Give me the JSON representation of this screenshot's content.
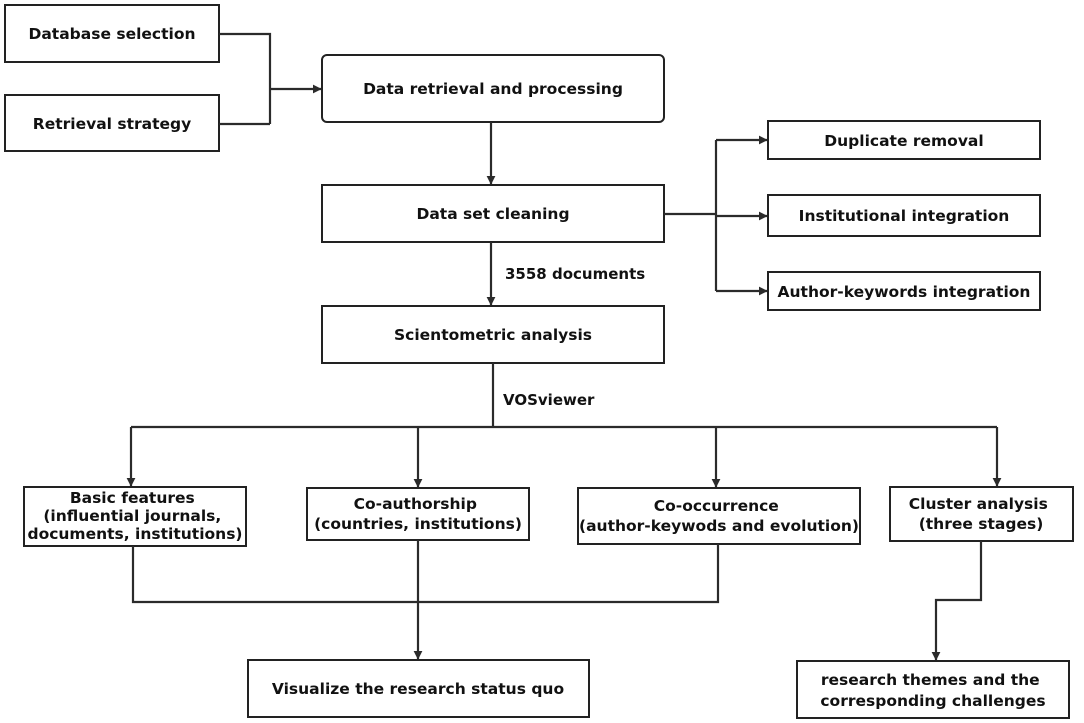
{
  "diagram": {
    "boxes": {
      "database_selection": [
        "Database selection"
      ],
      "retrieval_strategy": [
        "Retrieval strategy"
      ],
      "data_retrieval": [
        "Data retrieval and processing"
      ],
      "data_set_cleaning": [
        "Data set cleaning"
      ],
      "duplicate_removal": [
        "Duplicate removal"
      ],
      "institutional_integration": [
        "Institutional integration"
      ],
      "author_keywords_integration": [
        "Author-keywords integration"
      ],
      "scientometric_analysis": [
        "Scientometric analysis"
      ],
      "basic_features": [
        "Basic features",
        "(influential journals,",
        "documents, institutions)"
      ],
      "co_authorship": [
        "Co-authorship",
        "(countries, institutions)"
      ],
      "co_occurrence": [
        "Co-occurrence",
        "(author-keywods and evolution)"
      ],
      "cluster_analysis": [
        "Cluster analysis",
        "(three stages)"
      ],
      "visualize_status": [
        "Visualize the research status quo"
      ],
      "research_themes": [
        "research themes and the",
        "corresponding challenges"
      ]
    },
    "edge_labels": {
      "documents_count": "3558 documents",
      "tool": "VOSviewer"
    }
  }
}
